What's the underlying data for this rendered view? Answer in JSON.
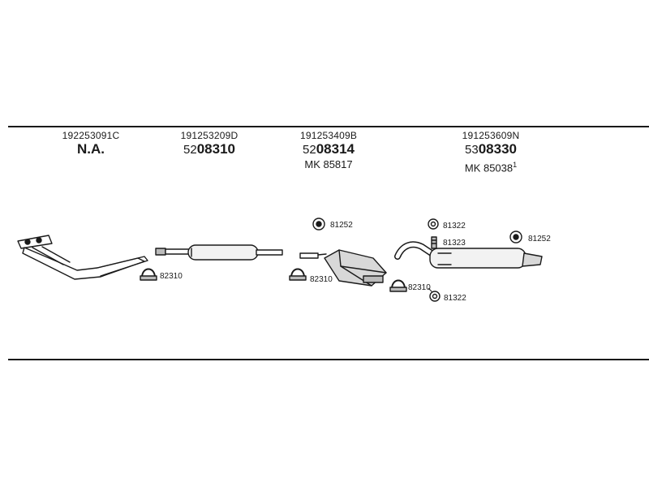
{
  "columns": [
    {
      "oe": "192253091C",
      "prefix": "",
      "number": "N.A.",
      "mk": ""
    },
    {
      "oe": "191253209D",
      "prefix": "52",
      "number": "08310",
      "mk": ""
    },
    {
      "oe": "191253409B",
      "prefix": "52",
      "number": "08314",
      "mk": "MK  85817"
    },
    {
      "oe": "191253609N",
      "prefix": "53",
      "number": "08330",
      "mk": "MK  85038",
      "mk_sup": "1"
    }
  ],
  "labels": {
    "clamp_1": "82310",
    "clamp_2": "82310",
    "clamp_3": "82310",
    "rubber_1": "81252",
    "rubber_2": "81252",
    "ring_top": "81322",
    "ring_bottom": "81322",
    "bolt": "81323"
  }
}
